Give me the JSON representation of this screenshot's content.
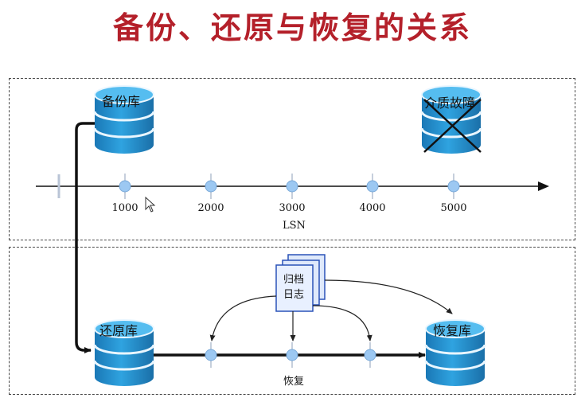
{
  "title": "备份、还原与恢复的关系",
  "databases": {
    "backup": "备份库",
    "media_failure": "介质故障",
    "restore": "还原库",
    "recovered": "恢复库"
  },
  "lsn_axis": {
    "name": "LSN",
    "ticks": [
      "1000",
      "2000",
      "3000",
      "4000",
      "5000"
    ]
  },
  "archive_log": {
    "line1": "归档",
    "line2": "日志"
  },
  "recovery_label": "恢复",
  "colors": {
    "title": "#b4202a",
    "db_blue": "#1f8fd0",
    "node": "#9cc8f2"
  }
}
